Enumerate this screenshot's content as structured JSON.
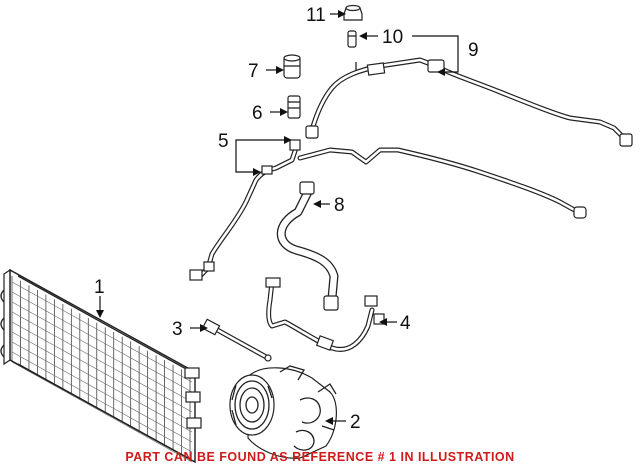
{
  "callouts": {
    "c1": "1",
    "c2": "2",
    "c3": "3",
    "c4": "4",
    "c5": "5",
    "c6": "6",
    "c7": "7",
    "c8": "8",
    "c9": "9",
    "c10": "10",
    "c11": "11"
  },
  "footer_note": "PART CAN BE FOUND AS REFERENCE # 1 IN ILLUSTRATION",
  "colors": {
    "line": "#222222",
    "note": "#d11a1a"
  }
}
